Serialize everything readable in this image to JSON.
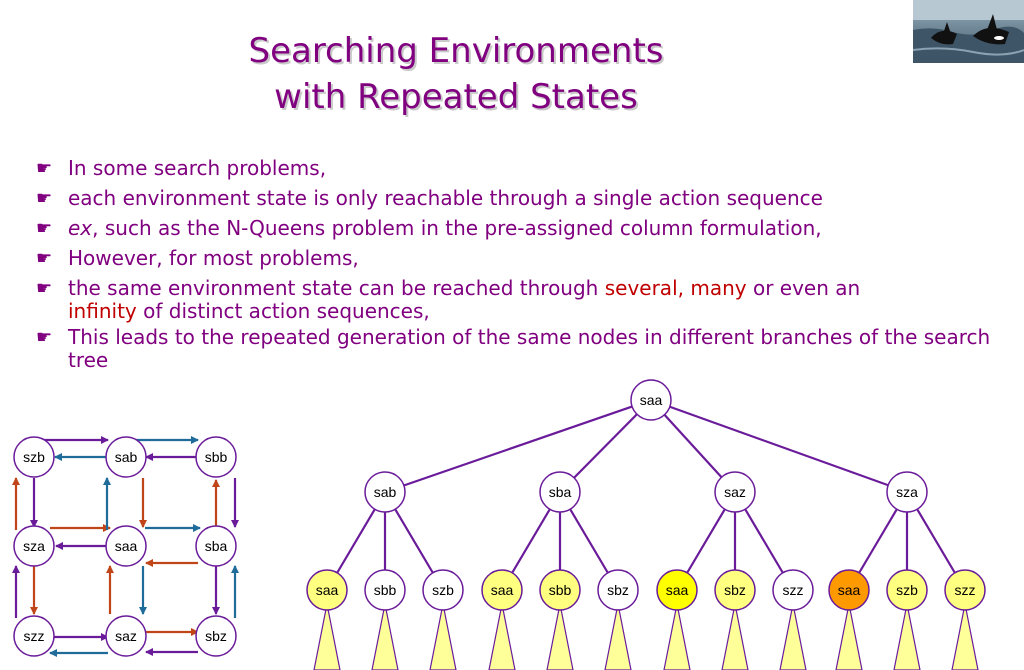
{
  "title": {
    "line1": "Searching Environments",
    "line2": "with Repeated States"
  },
  "photo": {
    "icon": "orca-whales-photo"
  },
  "bullets": {
    "marker": "☛",
    "b1": "In some search problems,",
    "b2": "each environment state is only reachable through a single action sequence",
    "b3_italic": "ex",
    "b3_rest": ", such as the N-Queens problem in the pre-assigned column formulation,",
    "b4": "However, for most problems,",
    "b5_a": "the same environment state can be reached through ",
    "b5_several": "several",
    "b5_comma": ", ",
    "b5_many": "many",
    "b5_b": " or even an",
    "b5_infinity": "infinity",
    "b5_c": " of distinct action sequences,",
    "b6": "This leads to the repeated generation of the same nodes in different branches of the search tree"
  },
  "colors": {
    "text": "#800080",
    "highlight": "#c00000",
    "edge_purple": "#6a1b9a",
    "edge_blue": "#1f6b9a",
    "edge_orange": "#c0461a",
    "node_fill": "#ffffff",
    "node_yellow_light": "#ffff80",
    "node_yellow": "#ffff00",
    "node_orange": "#ff9900",
    "cone_fill": "#ffff99"
  },
  "grid": {
    "nodes": [
      {
        "id": "szb",
        "label": "szb"
      },
      {
        "id": "sab",
        "label": "sab"
      },
      {
        "id": "sbb",
        "label": "sbb"
      },
      {
        "id": "sza",
        "label": "sza"
      },
      {
        "id": "saa",
        "label": "saa"
      },
      {
        "id": "sba",
        "label": "sba"
      },
      {
        "id": "szz",
        "label": "szz"
      },
      {
        "id": "saz",
        "label": "saz"
      },
      {
        "id": "sbz",
        "label": "sbz"
      }
    ]
  },
  "tree": {
    "root": {
      "label": "saa"
    },
    "level1": [
      {
        "label": "sab"
      },
      {
        "label": "sba"
      },
      {
        "label": "saz"
      },
      {
        "label": "sza"
      }
    ],
    "leaves": [
      {
        "label": "saa",
        "style": "yellow_light"
      },
      {
        "label": "sbb",
        "style": "white"
      },
      {
        "label": "szb",
        "style": "white"
      },
      {
        "label": "saa",
        "style": "yellow_light"
      },
      {
        "label": "sbb",
        "style": "yellow_light"
      },
      {
        "label": "sbz",
        "style": "white"
      },
      {
        "label": "saa",
        "style": "yellow"
      },
      {
        "label": "sbz",
        "style": "yellow_light"
      },
      {
        "label": "szz",
        "style": "white"
      },
      {
        "label": "saa",
        "style": "orange"
      },
      {
        "label": "szb",
        "style": "yellow_light"
      },
      {
        "label": "szz",
        "style": "yellow_light"
      }
    ]
  }
}
